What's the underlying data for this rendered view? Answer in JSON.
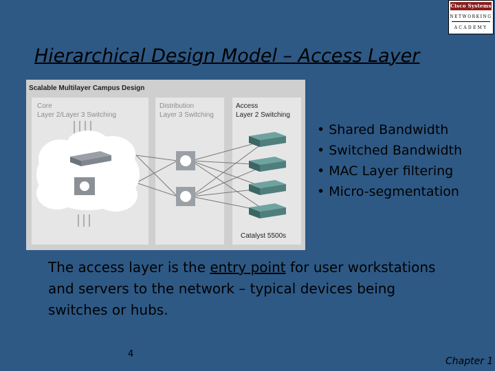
{
  "logo": {
    "brand": "Cisco Systems",
    "line1": "NETWORKING",
    "line2": "ACADEMY"
  },
  "title": "Hierarchical Design Model – Access Layer",
  "diagram": {
    "heading": "Scalable Multilayer Campus Design",
    "core_label_1": "Core",
    "core_label_2": "Layer 2/Layer 3 Switching",
    "distribution_label_1": "Distribution",
    "distribution_label_2": "Layer 3 Switching",
    "access_label_1": "Access",
    "access_label_2": "Layer 2 Switching",
    "device_caption": "Catalyst 5500s"
  },
  "bullets": [
    "• Shared Bandwidth",
    "• Switched Bandwidth",
    "• MAC Layer filtering",
    "• Micro-segmentation"
  ],
  "body": {
    "before": "The access layer is the ",
    "emphasis": "entry point",
    "after": " for user workstations and servers to the network – typical devices being switches or hubs."
  },
  "footer": {
    "page_number": "4",
    "chapter": "Chapter 1"
  }
}
